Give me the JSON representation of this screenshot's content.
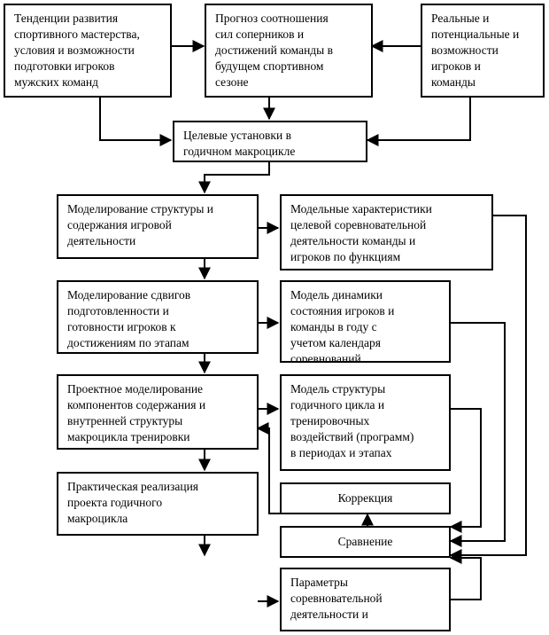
{
  "boxes": {
    "trends": "Тенденции развития\nспортивного мастерства,\nусловия и возможности\nподготовки игроков\nмужских команд",
    "forecast": "Прогноз соотношения\nсил соперников и\nдостижений команды в\nбудущем спортивном\nсезоне",
    "real": "Реальные и\nпотенциальные и\nвозможности\nигроков и\nкоманды",
    "targets": "Целевые установки в\nгодичном макроцикле",
    "model_structure": "Моделирование структуры и\nсодержания игровой\nдеятельности",
    "model_characteristics": "Модельные характеристики\nцелевой соревновательной\nдеятельности команды и\nигроков по функциям",
    "model_shifts": "Моделирование сдвигов\nподготовленности и\nготовности игроков к\nдостижениям по этапам",
    "model_dynamics": "Модель динамики\nсостояния игроков и\nкоманды в году с\nучетом календаря\nсоревнований",
    "project_modeling": "Проектное моделирование\nкомпонентов содержания и\nвнутренней структуры\nмакроцикла тренировки",
    "model_year_structure": "Модель структуры\nгодичного цикла и\nтренировочных\nвоздействий (программ)\nв периодах и этапах",
    "realization": "Практическая реализация\nпроекта годичного\nмакроцикла",
    "correction": "Коррекция",
    "comparison": "Сравнение",
    "parameters": "Параметры\nсоревновательной\nдеятельности и"
  }
}
